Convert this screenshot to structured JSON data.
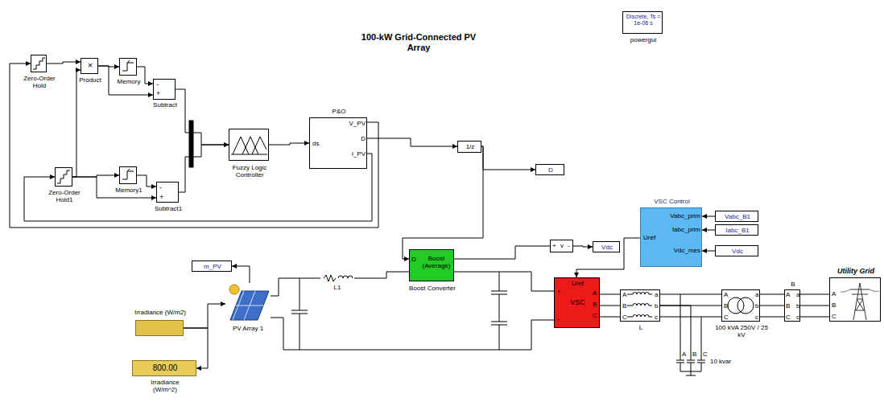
{
  "diagram": {
    "title": "100-kW Grid-Connected PV Array",
    "nodes": [
      {
        "text": [
          "Zero-Order Hold"
        ]
      },
      {
        "text": [
          "×",
          "Product"
        ]
      },
      {
        "text": [
          "Memory"
        ]
      },
      {
        "text": [
          "-",
          "+",
          "Subtract"
        ]
      },
      {
        "text": [
          "Zero-Order Hold1"
        ]
      },
      {
        "text": [
          "Memory1"
        ]
      },
      {
        "text": [
          "-",
          "+",
          "Subtract1"
        ]
      },
      {
        "text": [
          "Fuzzy Logic Controller"
        ]
      },
      {
        "text": [
          "ds",
          "V_PV",
          "D",
          "I_PV",
          "P&O"
        ]
      },
      {
        "text": [
          "1/z"
        ]
      },
      {
        "text": [
          "D"
        ]
      },
      {
        "text": [
          "D",
          "Boost (Average)",
          "Boost Converter"
        ]
      },
      {
        "text": [
          "+",
          "v",
          "-"
        ]
      },
      {
        "text": [
          "Vdc"
        ]
      },
      {
        "text": [
          "VSC Control",
          "Vabc_prim",
          "Iabc_prim",
          "Vdc_mes",
          "Uref"
        ]
      },
      {
        "text": [
          "Vabc_B1"
        ]
      },
      {
        "text": [
          "Iabc_B1"
        ]
      },
      {
        "text": [
          "Vdc"
        ]
      },
      {
        "text": [
          "m_PV"
        ]
      },
      {
        "text": [
          "PV Array 1"
        ]
      },
      {
        "text": [
          "Irradiance (W/m2)"
        ]
      },
      {
        "text": [
          "800.00",
          "Irradiance (W/m^2)"
        ]
      },
      {
        "text": [
          "L1"
        ]
      },
      {
        "text": [
          "Uref",
          "+",
          "-",
          "VSC",
          "A",
          "B",
          "C"
        ]
      },
      {
        "text": [
          "A",
          "B",
          "C",
          "a",
          "b",
          "c",
          "L"
        ]
      },
      {
        "text": [
          "A",
          "B",
          "C",
          "a",
          "b",
          "c",
          "100 kVA 250V / 25 kV"
        ]
      },
      {
        "text": [
          "A",
          "B",
          "C",
          "a",
          "b",
          "c",
          "B"
        ]
      },
      {
        "text": [
          "A",
          "B",
          "C",
          "10 kvar"
        ]
      },
      {
        "text": [
          "A",
          "B",
          "C",
          "Utility Grid"
        ]
      },
      {
        "text": [
          "Discrete, Ts = 1e-06 s",
          "powergui"
        ]
      }
    ],
    "edges": [
      {
        "from": 0,
        "to": 1,
        "arrow": "to"
      },
      {
        "from": 1,
        "to": 2,
        "arrow": "to"
      },
      {
        "from": 1,
        "to": 3,
        "arrow": "to"
      },
      {
        "from": 2,
        "to": 3,
        "arrow": "to"
      },
      {
        "from": 4,
        "to": 5,
        "arrow": "to"
      },
      {
        "from": 4,
        "to": 6,
        "arrow": "to"
      },
      {
        "from": 4,
        "to": 1,
        "arrow": "to"
      },
      {
        "from": 5,
        "to": 6,
        "arrow": "to"
      },
      {
        "from": 3,
        "to": 7,
        "arrow": "to"
      },
      {
        "from": 6,
        "to": 7,
        "arrow": "to"
      },
      {
        "from": 7,
        "to": 8,
        "arrow": "to"
      },
      {
        "from": 8,
        "to": 9,
        "arrow": "to"
      },
      {
        "from": 9,
        "to": 10,
        "arrow": "to"
      },
      {
        "from": 9,
        "to": 11,
        "arrow": "to"
      },
      {
        "from": 8,
        "to": 0,
        "arrow": "to"
      },
      {
        "from": 8,
        "to": 4,
        "arrow": "to"
      },
      {
        "from": 19,
        "to": 18,
        "arrow": "to"
      },
      {
        "from": 20,
        "to": 19,
        "arrow": "to"
      },
      {
        "from": 20,
        "to": 21,
        "arrow": "to"
      },
      {
        "from": 19,
        "to": 22,
        "arrow": "none"
      },
      {
        "from": 22,
        "to": 11,
        "arrow": "none"
      },
      {
        "from": 11,
        "to": 23,
        "arrow": "none"
      },
      {
        "from": 11,
        "to": 12,
        "arrow": "none"
      },
      {
        "from": 12,
        "to": 13,
        "arrow": "to"
      },
      {
        "from": 15,
        "to": 14,
        "arrow": "to"
      },
      {
        "from": 16,
        "to": 14,
        "arrow": "to"
      },
      {
        "from": 17,
        "to": 14,
        "arrow": "to"
      },
      {
        "from": 14,
        "to": 23,
        "arrow": "to"
      },
      {
        "from": 23,
        "to": 24,
        "arrow": "none"
      },
      {
        "from": 24,
        "to": 25,
        "arrow": "none"
      },
      {
        "from": 24,
        "to": 27,
        "arrow": "none"
      },
      {
        "from": 25,
        "to": 26,
        "arrow": "none"
      },
      {
        "from": 26,
        "to": 28,
        "arrow": "none"
      }
    ]
  }
}
